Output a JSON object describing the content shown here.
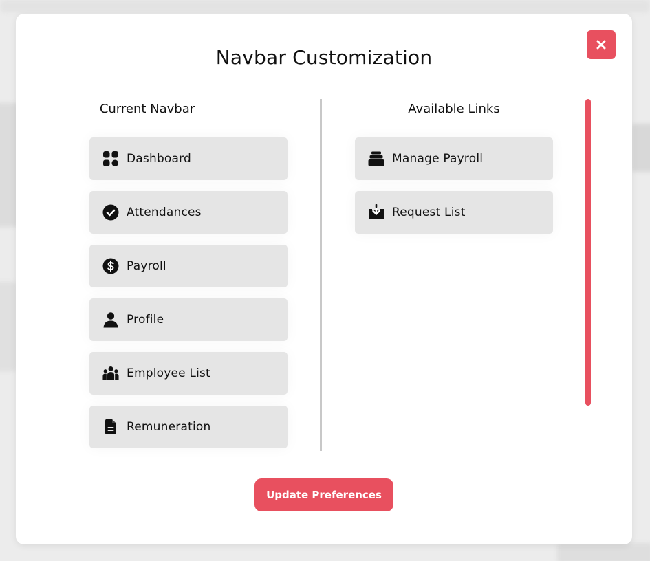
{
  "modal": {
    "title": "Navbar Customization",
    "close_label": "×",
    "update_button": "Update Preferences"
  },
  "current_navbar": {
    "heading": "Current Navbar",
    "items": [
      {
        "label": "Dashboard",
        "icon": "dashboard-grid-icon"
      },
      {
        "label": "Attendances",
        "icon": "check-circle-icon"
      },
      {
        "label": "Payroll",
        "icon": "dollar-circle-icon"
      },
      {
        "label": "Profile",
        "icon": "user-icon"
      },
      {
        "label": "Employee List",
        "icon": "users-group-icon"
      },
      {
        "label": "Remuneration",
        "icon": "document-icon"
      }
    ]
  },
  "available_links": {
    "heading": "Available Links",
    "items": [
      {
        "label": "Manage Payroll",
        "icon": "stack-icon"
      },
      {
        "label": "Request List",
        "icon": "inbox-download-icon"
      }
    ]
  },
  "colors": {
    "accent": "#e8505f",
    "item_bg": "#e5e5e5",
    "divider": "#c8c8c8"
  }
}
